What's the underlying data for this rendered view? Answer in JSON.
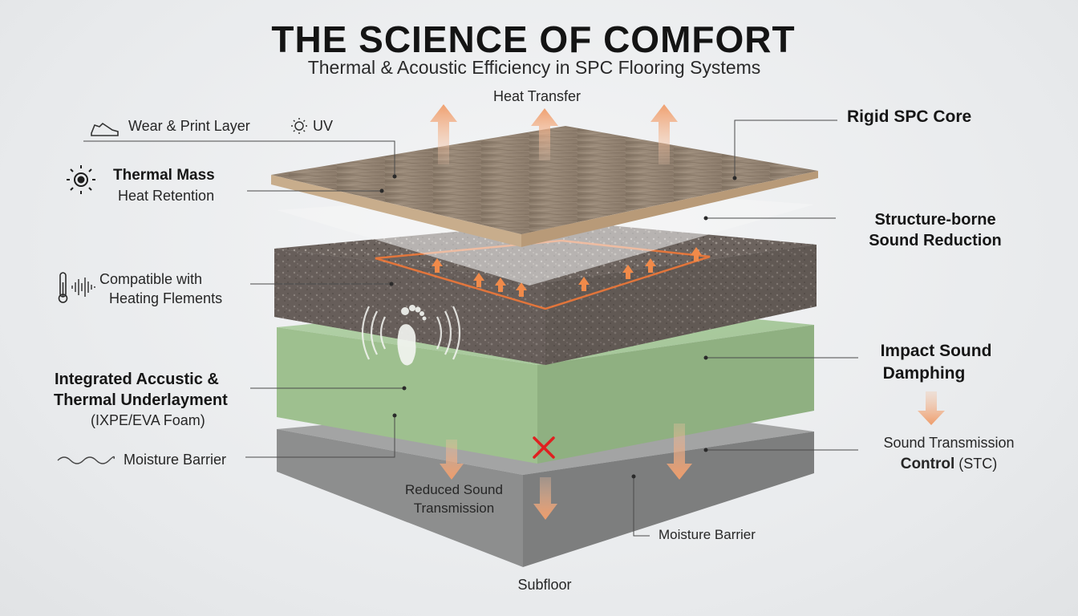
{
  "header": {
    "title": "THE SCIENCE OF COMFORT",
    "subtitle": "Thermal & Acoustic Efficiency in SPC Flooring Systems"
  },
  "labels": {
    "heat_transfer": "Heat Transfer",
    "wear_print": "Wear & Print Layer",
    "uv": "UV",
    "thermal_mass": "Thermal Mass",
    "heat_retention": "Heat Retention",
    "compatible_1": "Compatible with",
    "compatible_2": "Heating Flements",
    "integrated_1": "Integrated Accustic &",
    "integrated_2": "Thermal Underlayment",
    "integrated_3": "(IXPE/EVA Foam)",
    "moisture_left": "Moisture Barrier",
    "rigid_core": "Rigid SPC Core",
    "structure_1": "Structure-borne",
    "structure_2": "Sound Reduction",
    "impact_1": "Impact Sound",
    "impact_2": "Damphing",
    "stc_1": "Sound Transmission",
    "stc_2a": "Control",
    "stc_2b": " (STC)",
    "reduced_1": "Reduced Sound",
    "reduced_2": "Transmission",
    "moisture_right": "Moisture Barrier",
    "subfloor": "Subfloor"
  },
  "icons": [
    "shoe-icon",
    "sun-icon",
    "sun-outline-icon",
    "thermometer-icon",
    "sound-wave-icon",
    "wave-line-icon",
    "footprint-icon",
    "blocked-x-icon"
  ],
  "colors": {
    "wood": "#8c7b6a",
    "core": "#6e6560",
    "foam": "#a9c8a0",
    "subfloor": "#9a9b9b",
    "heat_arrow": "#f0a878",
    "heating_element": "#f07838",
    "block_x": "#e02020"
  }
}
